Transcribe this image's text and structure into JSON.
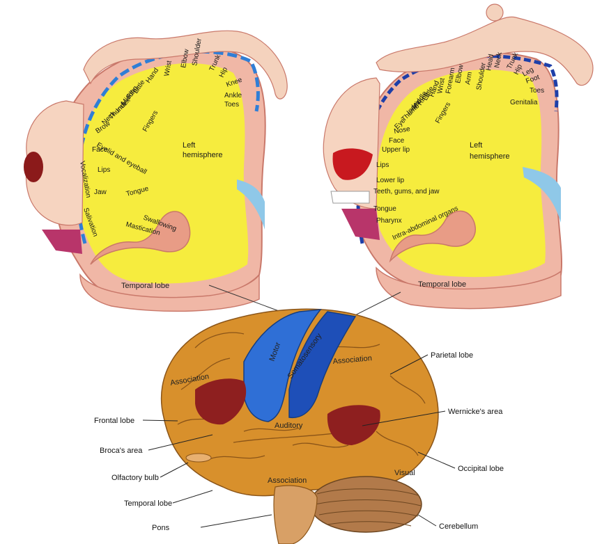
{
  "colors": {
    "motor_strip": "#2f6fd6",
    "sensory_strip": "#1e3fa8",
    "hemisphere_fill": "#f5ea3a",
    "brain_tan": "#d8902c",
    "area_red": "#8e1f1f",
    "outline_pink": "#d98c7c"
  },
  "motor_homunculus": {
    "body_parts": [
      "Trunk",
      "Hip",
      "Knee",
      "Ankle",
      "Toes",
      "Shoulder",
      "Elbow",
      "Wrist",
      "Hand",
      "Little",
      "Ring",
      "Middle",
      "Index",
      "Thumb",
      "Neck",
      "Brow",
      "Eyelid and eyeball",
      "Face",
      "Lips",
      "Jaw",
      "Tongue",
      "Swallowing",
      "Mastication",
      "Salivation",
      "Vocalization"
    ],
    "fingers_label": "Fingers",
    "hemisphere_label": [
      "Left",
      "hemisphere"
    ],
    "temporal_label": "Temporal lobe"
  },
  "sensory_homunculus": {
    "body_parts": [
      "Trunk",
      "Hip",
      "Leg",
      "Foot",
      "Toes",
      "Genitalia",
      "Neck",
      "Head",
      "Shoulder",
      "Arm",
      "Elbow",
      "Forearm",
      "Wrist",
      "Hand",
      "Little",
      "Ring",
      "Middle",
      "Index",
      "Thumb",
      "Eye",
      "Nose",
      "Face",
      "Upper lip",
      "Lips",
      "Lower lip",
      "Teeth, gums, and jaw",
      "Tongue",
      "Pharynx",
      "Intra-abdominal organs"
    ],
    "fingers_label": "Fingers",
    "hemisphere_label": [
      "Left",
      "hemisphere"
    ],
    "temporal_label": "Temporal lobe"
  },
  "brain": {
    "labels_left": [
      "Frontal lobe",
      "Broca's area",
      "Olfactory bulb",
      "Temporal lobe",
      "Pons"
    ],
    "labels_right": [
      "Parietal lobe",
      "Wernicke's area",
      "Occipital lobe",
      "Cerebellum"
    ],
    "labels_on": [
      "Association",
      "Motor",
      "Somatosensory",
      "Association",
      "Auditory",
      "Association",
      "Visual"
    ]
  }
}
